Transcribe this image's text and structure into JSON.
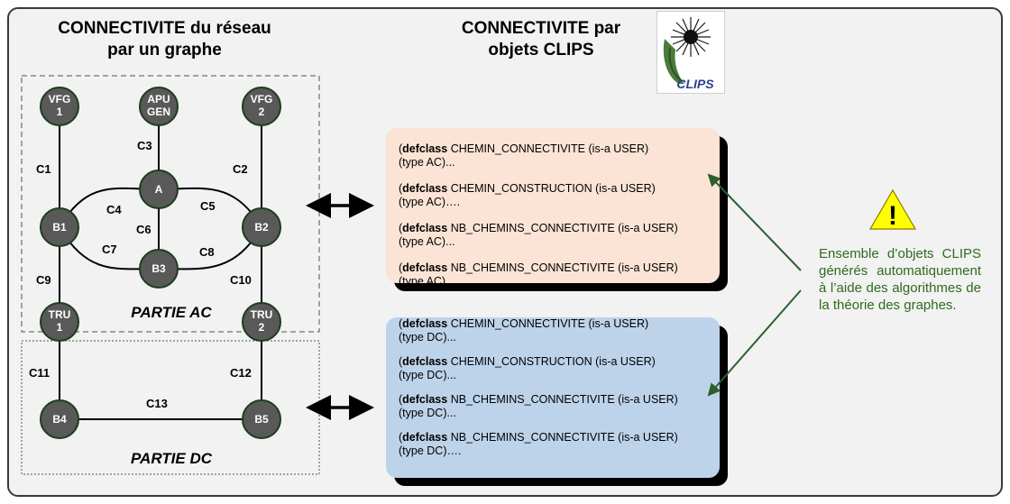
{
  "titles": {
    "left_line1": "CONNECTIVITE du réseau",
    "left_line2": "par un graphe",
    "right_line1": "CONNECTIVITE par",
    "right_line2": "objets CLIPS"
  },
  "logo_text": "CLIPS",
  "graph": {
    "nodes": {
      "vfg1": [
        "VFG",
        "1"
      ],
      "apugen": [
        "APU",
        "GEN"
      ],
      "vfg2": [
        "VFG",
        "2"
      ],
      "a": "A",
      "b1": "B1",
      "b2": "B2",
      "b3": "B3",
      "tru1": [
        "TRU",
        "1"
      ],
      "tru2": [
        "TRU",
        "2"
      ],
      "b4": "B4",
      "b5": "B5"
    },
    "edges": {
      "c1": "C1",
      "c2": "C2",
      "c3": "C3",
      "c4": "C4",
      "c5": "C5",
      "c6": "C6",
      "c7": "C7",
      "c8": "C8",
      "c9": "C9",
      "c10": "C10",
      "c11": "C11",
      "c12": "C12",
      "c13": "C13"
    },
    "part_ac": "PARTIE AC",
    "part_dc": "PARTIE DC"
  },
  "clips_ac": [
    {
      "keyword": "defclass",
      "name": "CHEMIN_CONNECTIVITE",
      "rest": "(is-a USER)",
      "line2": "(type AC)..."
    },
    {
      "keyword": "defclass",
      "name": "CHEMIN_CONSTRUCTION",
      "rest": "(is-a USER)",
      "line2": "(type AC)…."
    },
    {
      "keyword": "defclass",
      "name": "NB_CHEMINS_CONNECTIVITE",
      "rest": "(is-a USER)",
      "line2": "(type AC)..."
    },
    {
      "keyword": "defclass",
      "name": "NB_CHEMINS_CONNECTIVITE",
      "rest": "(is-a USER)",
      "line2": "(type AC)..."
    }
  ],
  "clips_dc": [
    {
      "keyword": "defclass",
      "name": "CHEMIN_CONNECTIVITE",
      "rest": "(is-a USER)",
      "line2": "(type DC)..."
    },
    {
      "keyword": "defclass",
      "name": "CHEMIN_CONSTRUCTION",
      "rest": "(is-a USER)",
      "line2": "(type DC)..."
    },
    {
      "keyword": "defclass",
      "name": "NB_CHEMINS_CONNECTIVITE",
      "rest": "(is-a USER)",
      "line2": "(type DC)..."
    },
    {
      "keyword": "defclass",
      "name": "NB_CHEMINS_CONNECTIVITE",
      "rest": "(is-a USER)",
      "line2": "(type DC)…."
    }
  ],
  "note": "Ensemble d’objets CLIPS générés automatiquement à l’aide des algorithmes de la théorie des graphes.",
  "warning_symbol": "!",
  "colors": {
    "node_fill": "#595959",
    "node_stroke": "#1e3d1e",
    "ac_box": "#fbe4d5",
    "dc_box": "#bdd3ea",
    "note_text": "#2e6b1c",
    "arrow_green": "#2e5e2e",
    "warning_yellow": "#ffff00"
  }
}
